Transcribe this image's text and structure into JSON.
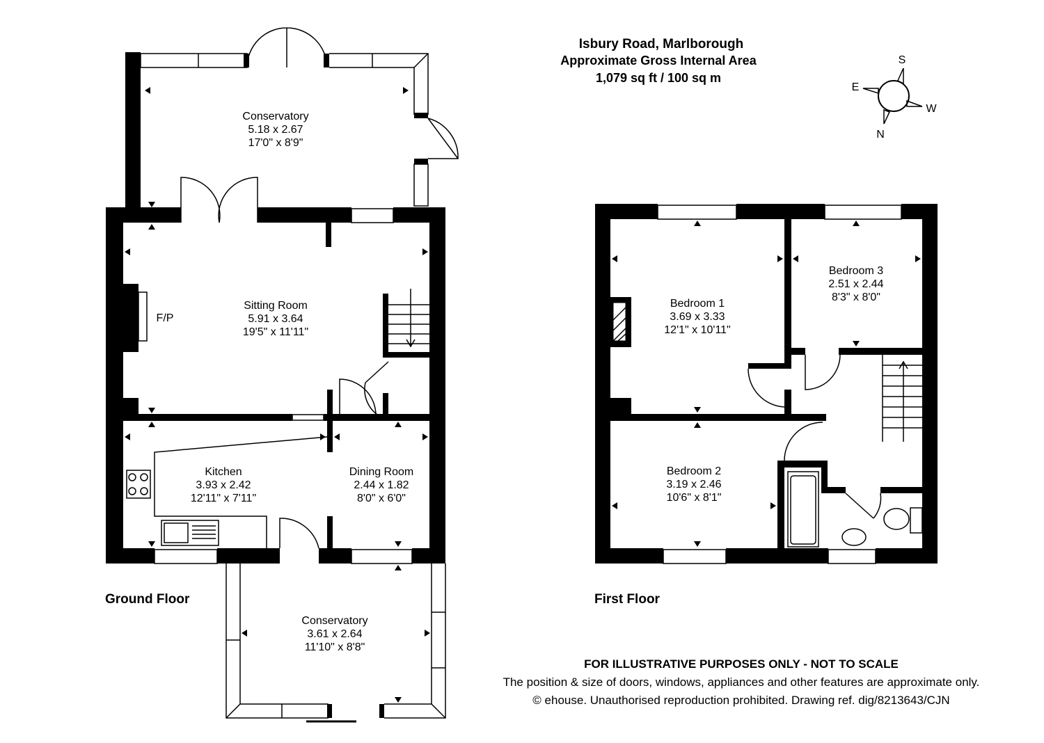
{
  "header": {
    "title": "Isbury Road, Marlborough",
    "subtitle": "Approximate Gross Internal Area",
    "area": "1,079 sq ft / 100 sq m"
  },
  "compass": {
    "s": "S",
    "e": "E",
    "w": "W",
    "n": "N"
  },
  "ground_floor": {
    "label": "Ground Floor",
    "rooms": [
      {
        "name": "Conservatory",
        "metric": "5.18 x 2.67",
        "imperial": "17'0\" x 8'9\""
      },
      {
        "name": "Sitting Room",
        "metric": "5.91 x 3.64",
        "imperial": "19'5\" x 11'11\""
      },
      {
        "name": "Kitchen",
        "metric": "3.93 x 2.42",
        "imperial": "12'11\" x 7'11\""
      },
      {
        "name": "Dining Room",
        "metric": "2.44 x 1.82",
        "imperial": "8'0\" x 6'0\""
      },
      {
        "name": "Conservatory",
        "metric": "3.61 x 2.64",
        "imperial": "11'10\" x 8'8\""
      }
    ],
    "fireplace": "F/P"
  },
  "first_floor": {
    "label": "First Floor",
    "rooms": [
      {
        "name": "Bedroom 1",
        "metric": "3.69 x 3.33",
        "imperial": "12'1\" x 10'11\""
      },
      {
        "name": "Bedroom 3",
        "metric": "2.51 x 2.44",
        "imperial": "8'3\" x 8'0\""
      },
      {
        "name": "Bedroom 2",
        "metric": "3.19 x 2.46",
        "imperial": "10'6\" x 8'1\""
      }
    ]
  },
  "disclaimer": {
    "line1": "FOR ILLUSTRATIVE PURPOSES ONLY - NOT TO SCALE",
    "line2": "The position & size of doors, windows, appliances and other features are approximate only.",
    "line3": "© ehouse. Unauthorised reproduction prohibited. Drawing ref. dig/8213643/CJN"
  }
}
